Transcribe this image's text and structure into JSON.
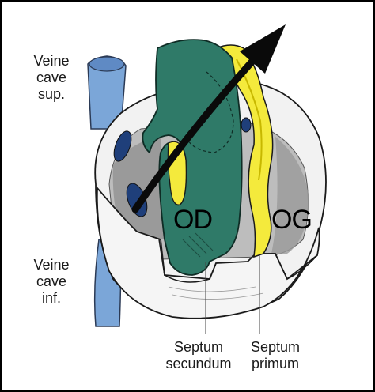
{
  "labels": {
    "svc": [
      "Veine",
      "cave",
      "sup."
    ],
    "ivc": [
      "Veine",
      "cave",
      "inf."
    ],
    "od": "OD",
    "og": "OG",
    "septum_secundum": [
      "Septum",
      "secundum"
    ],
    "septum_primum": [
      "Septum",
      "primum"
    ]
  },
  "colors": {
    "vein": "#7ba6d8",
    "septum_secundum": "#2f7a68",
    "septum_primum": "#f4ea3c",
    "arrow": "#0a0a0a",
    "frame": "#000000",
    "heart_wall": "#f2f2f2",
    "inner_shadow": "#9a9a9a"
  }
}
